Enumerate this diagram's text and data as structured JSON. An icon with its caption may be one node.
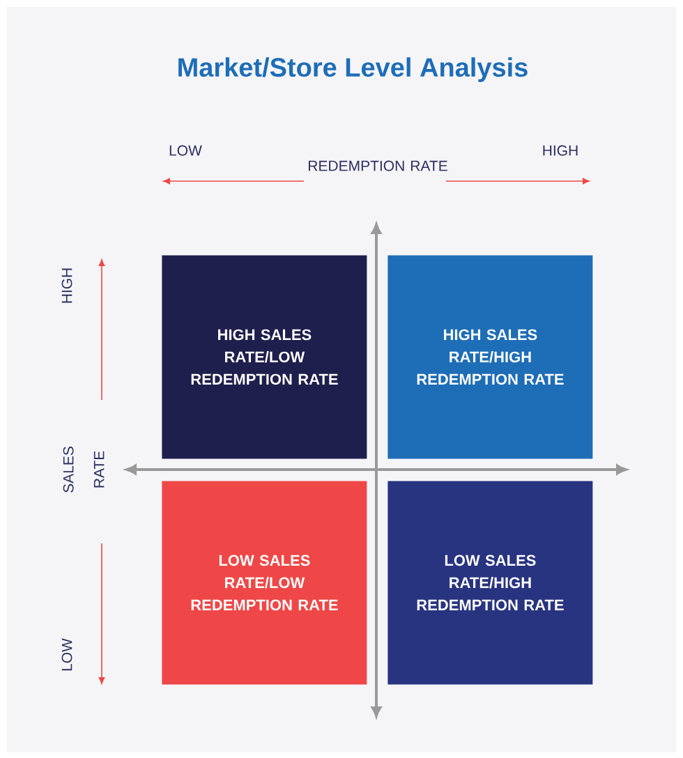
{
  "diagram": {
    "title": "Market/Store Level Analysis",
    "nodes": [
      {
        "text": [
          "HIGH SALES RATE/LOW REDEMPTION RATE"
        ]
      },
      {
        "text": [
          "HIGH SALES RATE/HIGH REDEMPTION RATE"
        ]
      },
      {
        "text": [
          "LOW SALES RATE/LOW REDEMPTION RATE"
        ]
      },
      {
        "text": [
          "LOW SALES RATE/HIGH REDEMPTION RATE"
        ]
      }
    ],
    "labels": [
      "LOW",
      "REDEMPTION RATE",
      "HIGH",
      "HIGH",
      "SALES RATE",
      "LOW"
    ]
  }
}
